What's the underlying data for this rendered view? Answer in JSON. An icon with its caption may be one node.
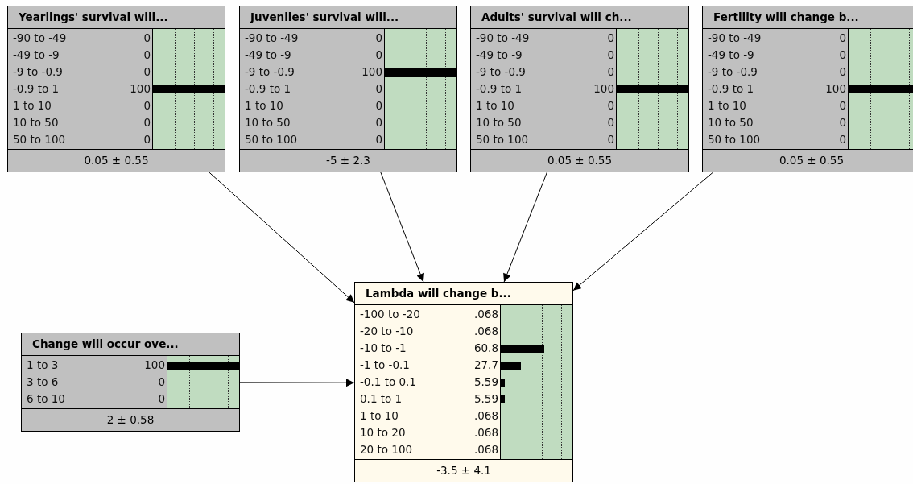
{
  "diagram": {
    "nodes": [
      {
        "text": [
          "Yearlings' survival will...",
          "-90 to -49",
          "0",
          "-49 to -9",
          "0",
          "-9 to -0.9",
          "0",
          "-0.9 to 1",
          "100",
          "1 to 10",
          "0",
          "10 to 50",
          "0",
          "50 to 100",
          "0",
          "0.05 ± 0.55"
        ]
      },
      {
        "text": [
          "Juveniles' survival will...",
          "-90 to -49",
          "0",
          "-49 to -9",
          "0",
          "-9 to -0.9",
          "100",
          "-0.9 to 1",
          "0",
          "1 to 10",
          "0",
          "10 to 50",
          "0",
          "50 to 100",
          "0",
          "-5 ± 2.3"
        ]
      },
      {
        "text": [
          "Adults' survival will ch...",
          "-90 to -49",
          "0",
          "-49 to -9",
          "0",
          "-9 to -0.9",
          "0",
          "-0.9 to 1",
          "100",
          "1 to 10",
          "0",
          "10 to 50",
          "0",
          "50 to 100",
          "0",
          "0.05 ± 0.55"
        ]
      },
      {
        "text": [
          "Fertility will change b...",
          "-90 to -49",
          "0",
          "-49 to -9",
          "0",
          "-9 to -0.9",
          "0",
          "-0.9 to 1",
          "100",
          "1 to 10",
          "0",
          "10 to 50",
          "0",
          "50 to 100",
          "0",
          "0.05 ± 0.55"
        ]
      },
      {
        "text": [
          "Change will occur ove...",
          "1 to 3",
          "100",
          "3 to 6",
          "0",
          "6 to 10",
          "0",
          "2 ± 0.58"
        ]
      },
      {
        "text": [
          "Lambda will change b...",
          "-100 to -20",
          ".068",
          "-20 to -10",
          ".068",
          "-10 to -1",
          "60.8",
          "-1 to -0.1",
          "27.7",
          "-0.1 to 0.1",
          "5.59",
          "0.1 to 1",
          "5.59",
          "1 to 10",
          ".068",
          "10 to 20",
          ".068",
          "20 to 100",
          ".068",
          "-3.5 ± 4.1"
        ]
      }
    ],
    "edges": [
      {
        "from": 0,
        "to": 5,
        "arrow": "to"
      },
      {
        "from": 1,
        "to": 5,
        "arrow": "to"
      },
      {
        "from": 2,
        "to": 5,
        "arrow": "to"
      },
      {
        "from": 3,
        "to": 5,
        "arrow": "to"
      },
      {
        "from": 4,
        "to": 5,
        "arrow": "to"
      }
    ]
  }
}
